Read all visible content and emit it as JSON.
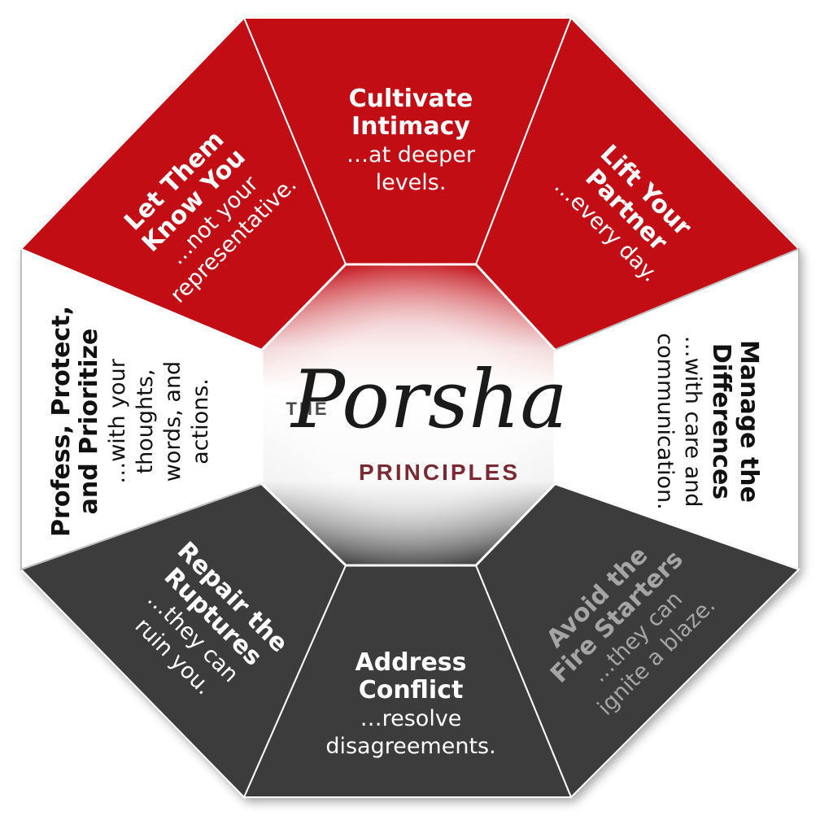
{
  "colors": {
    "red": "#c30d15",
    "red_edge": "#8a0a0e",
    "dark": "#3d3c3c",
    "white_segment": "#ffffff",
    "title_white": "#ffffff",
    "title_black": "#111111",
    "title_gray": "#a5a5a5",
    "logo_red": "#7a2a33",
    "logo_dark": "#4a4a4a"
  },
  "logo": {
    "the": "THE",
    "script": "Porsha",
    "principles": "PRINCIPLES"
  },
  "segments": [
    {
      "id": "cultivate-intimacy",
      "color": "red",
      "title": [
        "Cultivate",
        "Intimacy"
      ],
      "subtitle": [
        "…at deeper",
        "levels."
      ],
      "title_color": "white"
    },
    {
      "id": "lift-your-partner",
      "color": "red",
      "title": [
        "Lift Your",
        "Partner"
      ],
      "subtitle": [
        "…every day."
      ],
      "title_color": "white"
    },
    {
      "id": "manage-the-differences",
      "color": "white",
      "title": [
        "Manage the",
        "Differences"
      ],
      "subtitle": [
        "…with care and",
        "communication."
      ],
      "title_color": "black"
    },
    {
      "id": "avoid-the-fire-starters",
      "color": "dark",
      "title": [
        "Avoid the",
        "Fire Starters"
      ],
      "subtitle": [
        "…they can",
        "ignite a blaze."
      ],
      "title_color": "gray"
    },
    {
      "id": "address-conflict",
      "color": "dark",
      "title": [
        "Address",
        "Conflict"
      ],
      "subtitle": [
        "…resolve",
        "disagreements."
      ],
      "title_color": "white"
    },
    {
      "id": "repair-the-ruptures",
      "color": "dark",
      "title": [
        "Repair the",
        "Ruptures"
      ],
      "subtitle": [
        "…they can",
        "ruin you."
      ],
      "title_color": "white"
    },
    {
      "id": "profess-protect-prioritize",
      "color": "white",
      "title": [
        "Profess, Protect,",
        "and Prioritize"
      ],
      "subtitle": [
        "…with your",
        "thoughts,",
        "words, and",
        "actions."
      ],
      "title_color": "black"
    },
    {
      "id": "let-them-know-you",
      "color": "red",
      "title": [
        "Let Them",
        "Know You"
      ],
      "subtitle": [
        "…not your",
        "representative."
      ],
      "title_color": "white"
    }
  ]
}
